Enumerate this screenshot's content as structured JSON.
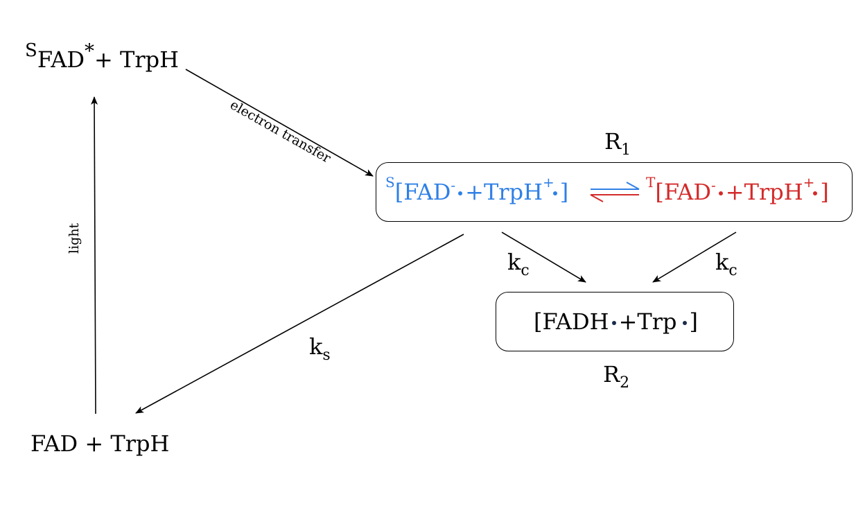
{
  "nodes": {
    "excited": {
      "prefix": "S",
      "species": "FAD",
      "star": "*",
      "rest": "+ TrpH"
    },
    "ground": {
      "text": "FAD + TrpH"
    },
    "r1": {
      "label_main": "R",
      "label_sub": "1",
      "singlet": {
        "prefix": "S",
        "open": "[FAD",
        "minus": "-",
        "plus_trp": "+TrpH",
        "cation": "+",
        "close": "]"
      },
      "triplet": {
        "prefix": "T",
        "open": "[FAD",
        "minus": "-",
        "plus_trp": "+TrpH",
        "cation": "+",
        "close": "]"
      }
    },
    "r2": {
      "label_main": "R",
      "label_sub": "2",
      "part1": "[FADH",
      "part2": "+Trp",
      "close": "]"
    }
  },
  "edges": {
    "electron_transfer": "electron transfer",
    "light": "light",
    "ks": {
      "main": "k",
      "sub": "s"
    },
    "kc_left": {
      "main": "k",
      "sub": "c"
    },
    "kc_right": {
      "main": "k",
      "sub": "c"
    }
  },
  "colors": {
    "singlet": "#2f80e6",
    "triplet": "#d42a2a",
    "ink": "#000000",
    "radical_dot": "#1a2a4a"
  }
}
